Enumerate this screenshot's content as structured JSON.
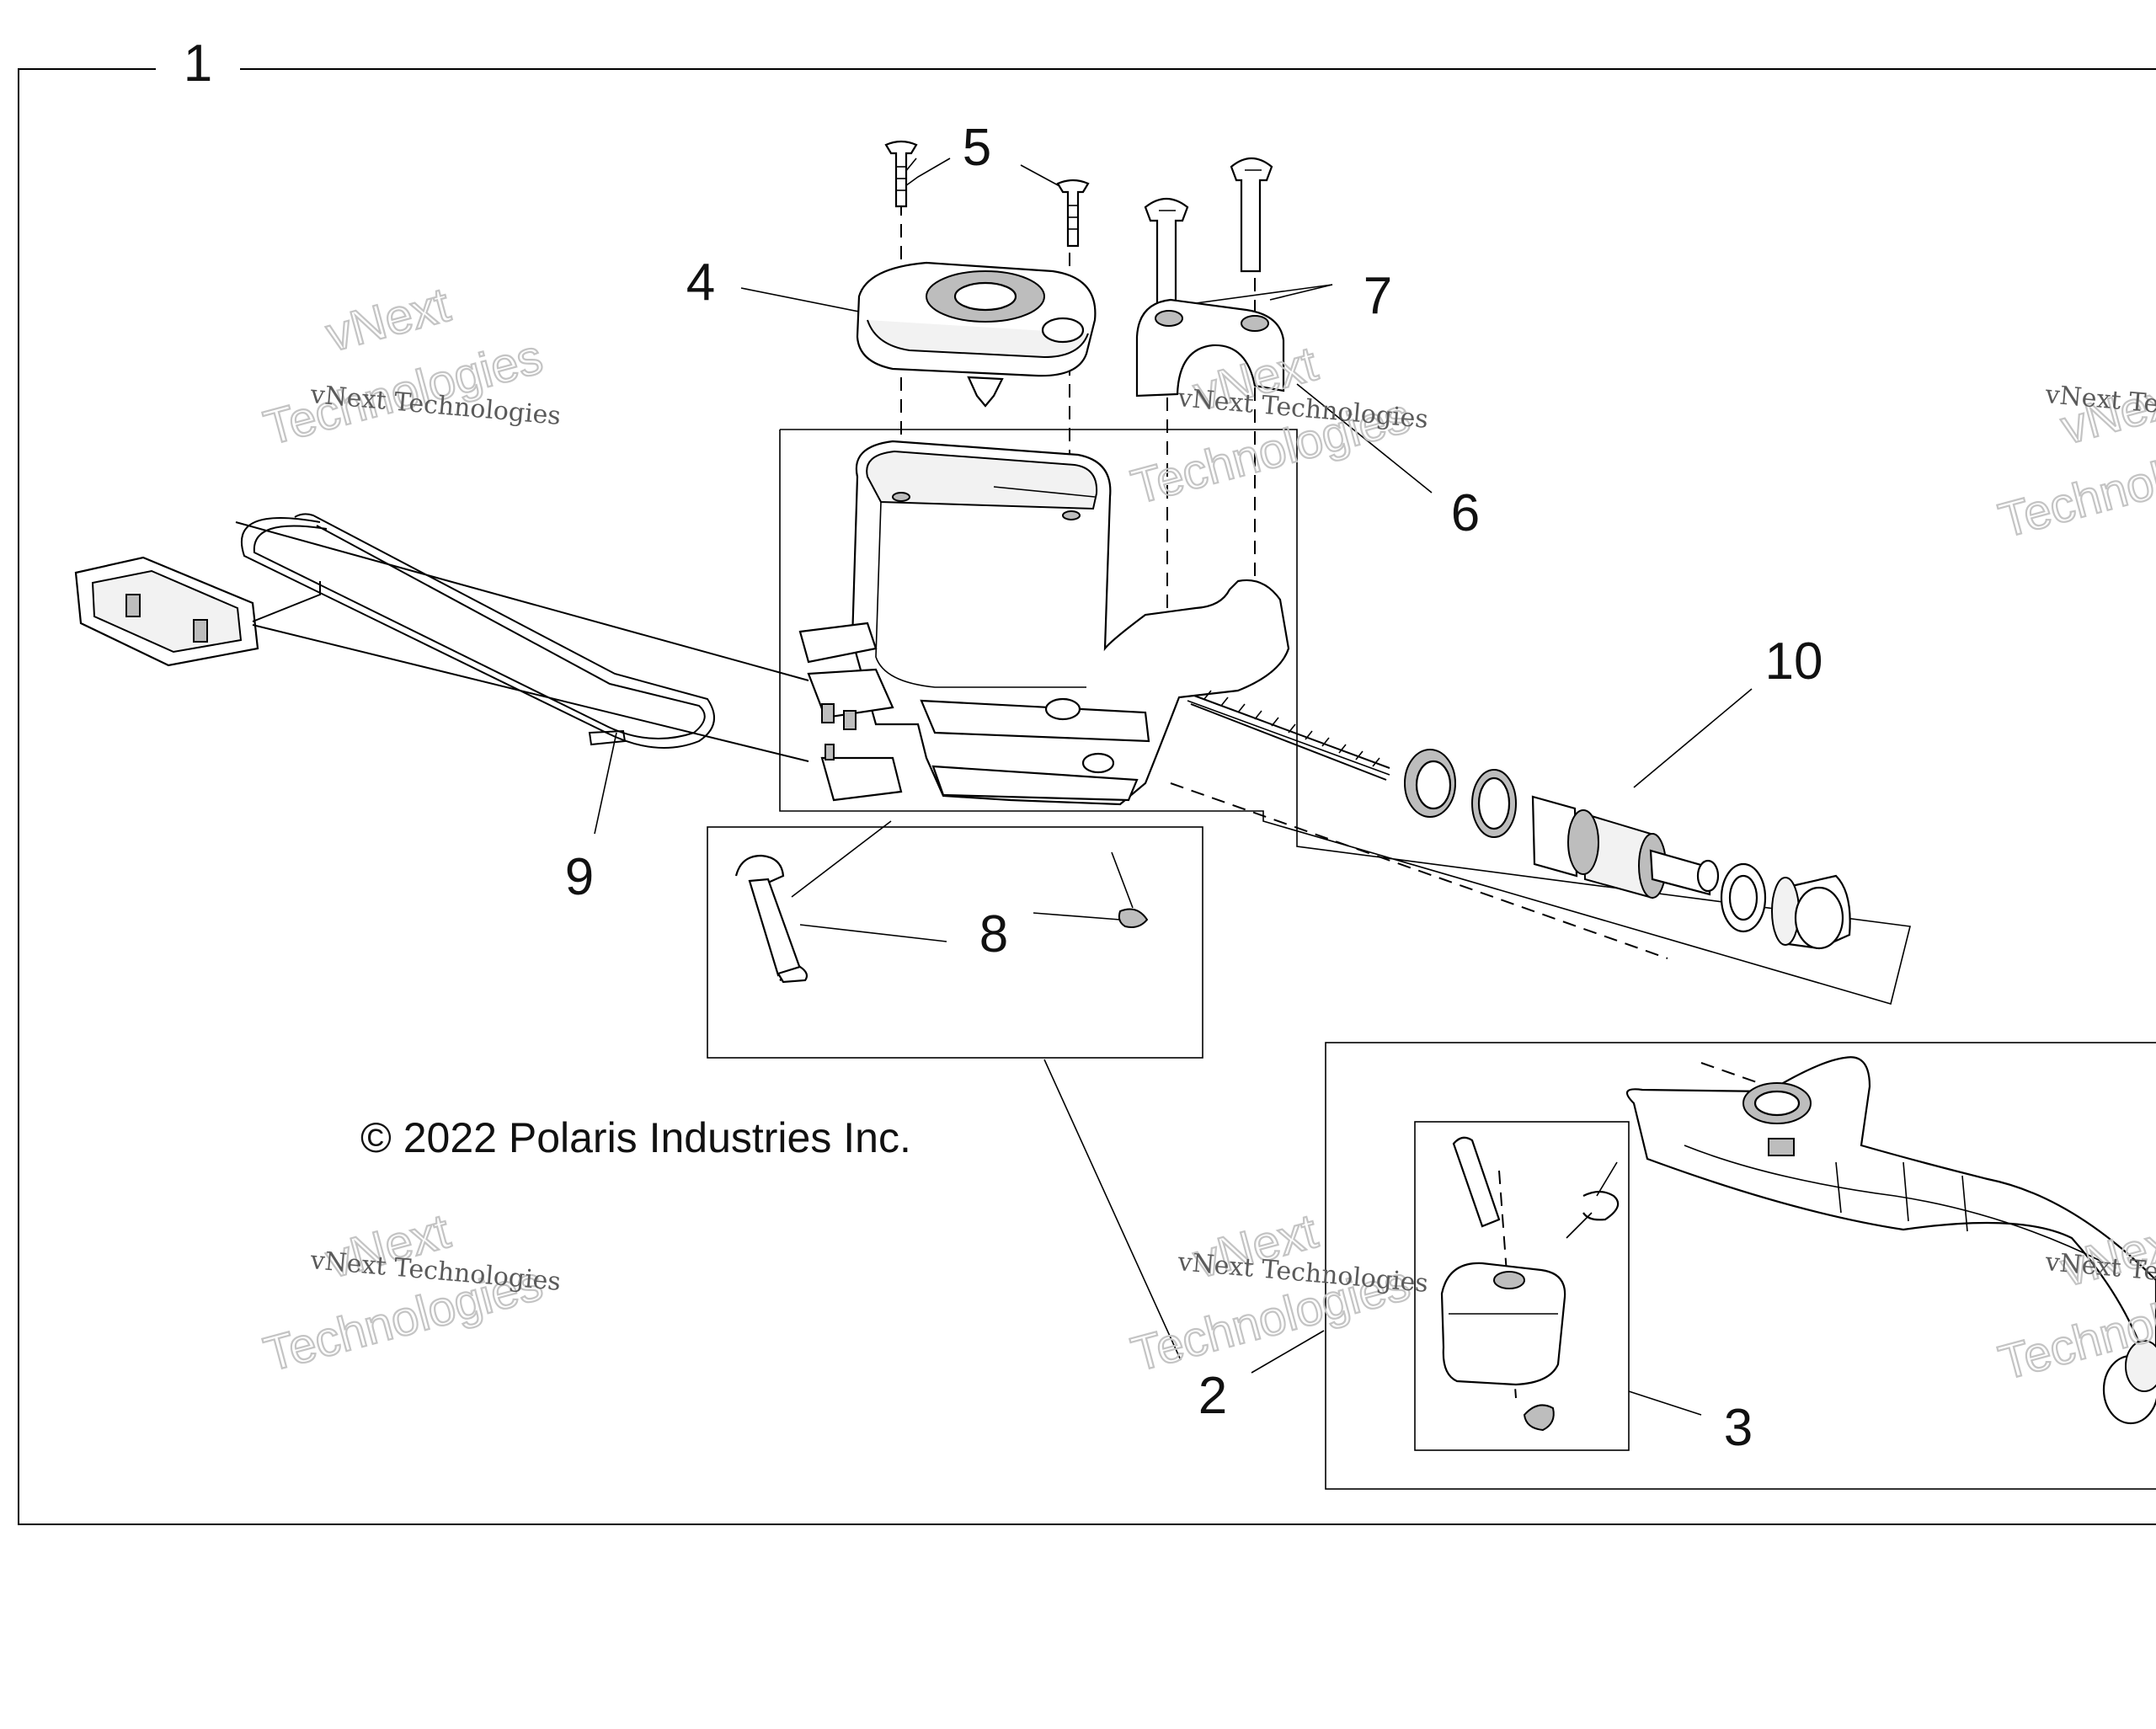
{
  "diagram": {
    "callouts": {
      "c1": "1",
      "c2": "2",
      "c3": "3",
      "c4": "4",
      "c5": "5",
      "c6": "6",
      "c7": "7",
      "c8": "8",
      "c9": "9",
      "c10": "10"
    },
    "copyright": "© 2022 Polaris Industries Inc.",
    "watermark": {
      "line_small": "vNext Technologies",
      "line_big_1": "vNext",
      "line_big_2": "Technologies"
    }
  }
}
